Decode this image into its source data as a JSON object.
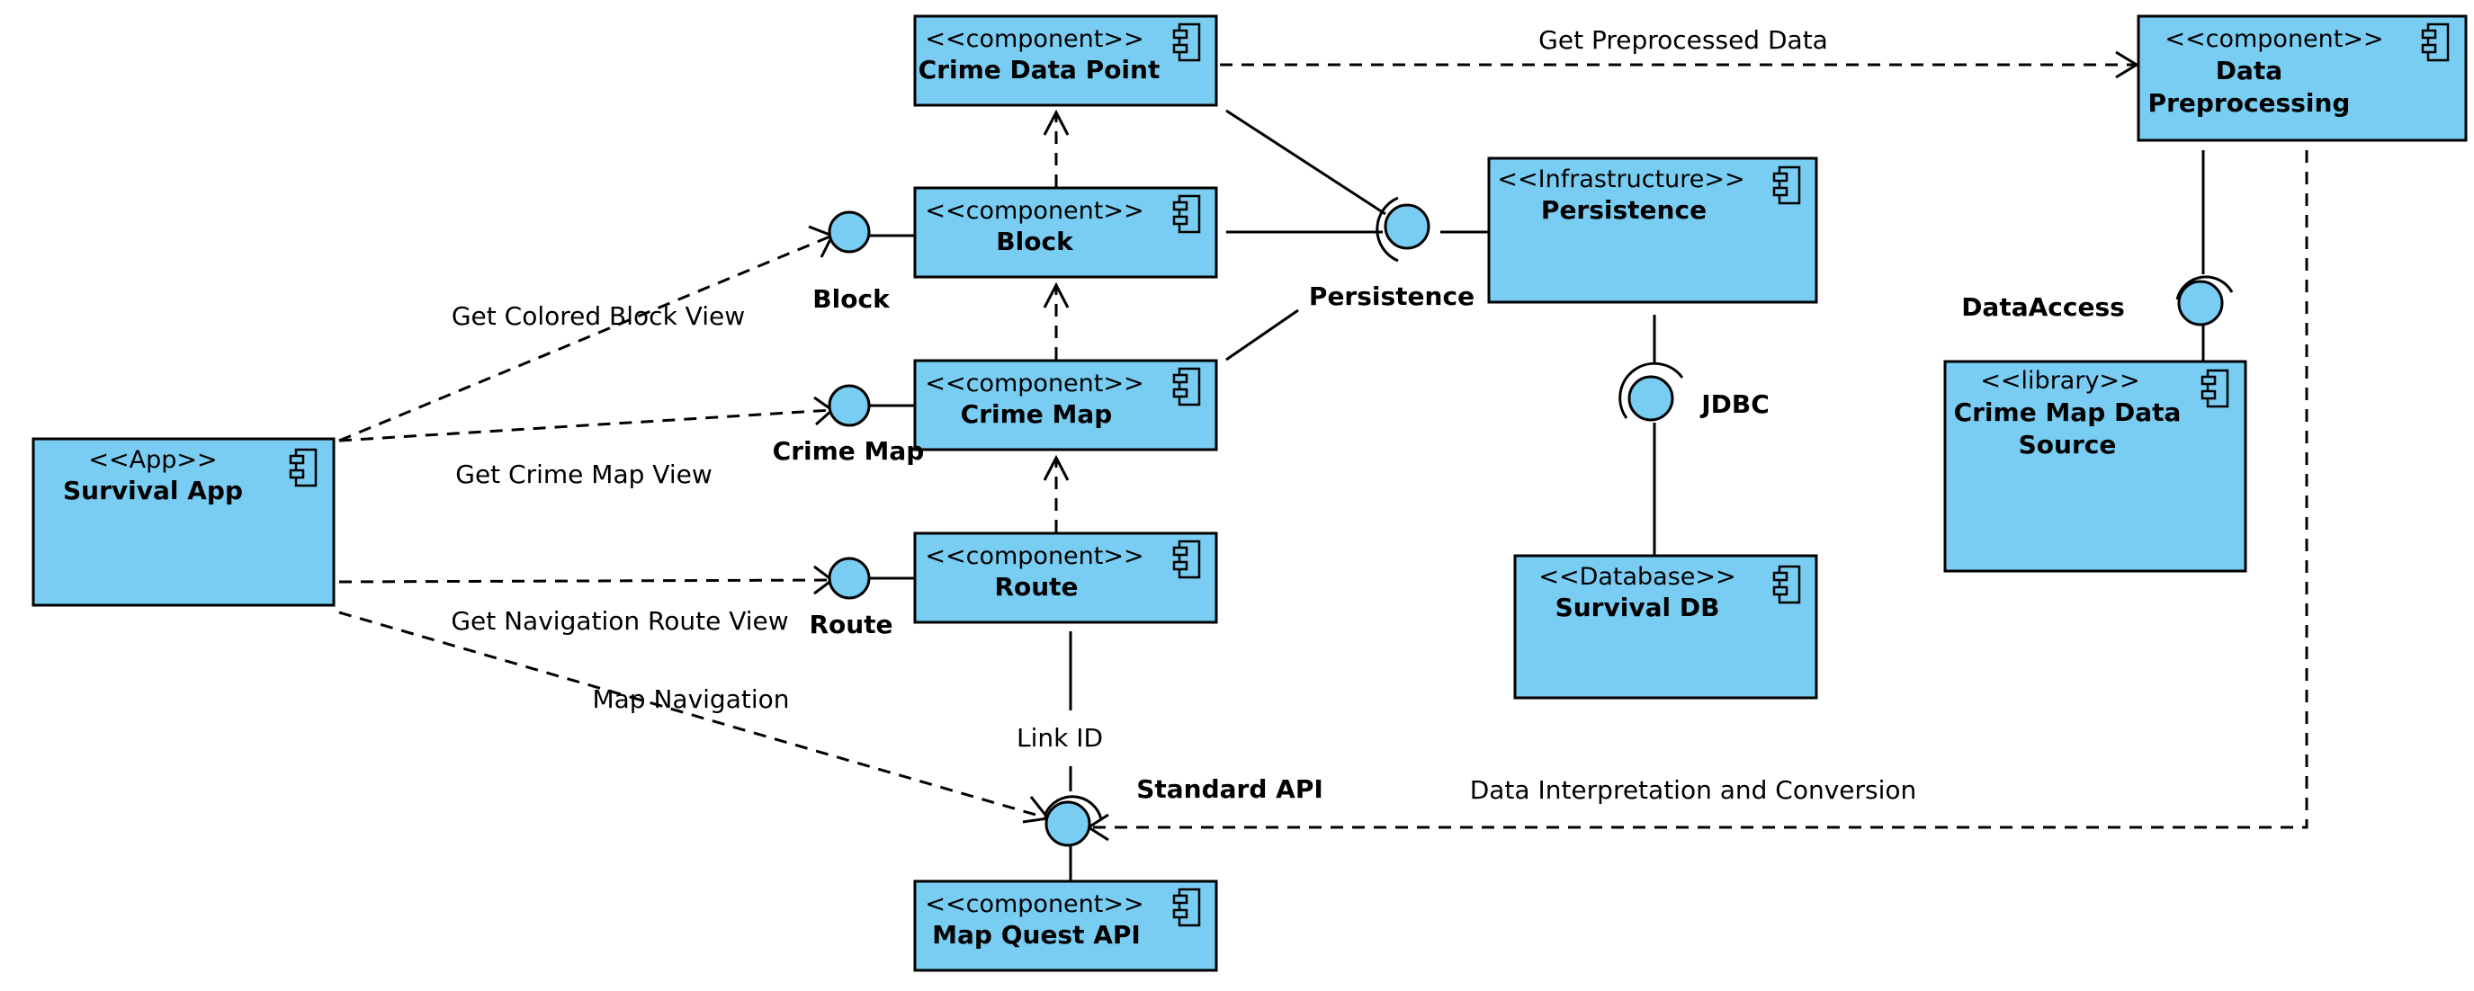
{
  "components": {
    "survival_app": {
      "stereotype": "<<App>>",
      "name": "Survival App"
    },
    "crime_data_point": {
      "stereotype": "<<component>>",
      "name": "Crime Data Point"
    },
    "block": {
      "stereotype": "<<component>>",
      "name": "Block"
    },
    "crime_map": {
      "stereotype": "<<component>>",
      "name": "Crime Map"
    },
    "route": {
      "stereotype": "<<component>>",
      "name": "Route"
    },
    "map_quest_api": {
      "stereotype": "<<component>>",
      "name": "Map Quest API"
    },
    "persistence": {
      "stereotype": "<<Infrastructure>>",
      "name": "Persistence"
    },
    "survival_db": {
      "stereotype": "<<Database>>",
      "name": "Survival DB"
    },
    "data_preprocessing": {
      "stereotype": "<<component>>",
      "name_line1": "Data",
      "name_line2": "Preprocessing"
    },
    "crime_map_data_source": {
      "stereotype": "<<library>>",
      "name_line1": "Crime Map Data",
      "name_line2": "Source"
    }
  },
  "interfaces": {
    "block": "Block",
    "crime_map": "Crime Map",
    "route": "Route",
    "persistence": "Persistence",
    "jdbc": "JDBC",
    "data_access": "DataAccess",
    "standard_api": "Standard API"
  },
  "edges": {
    "get_colored_block_view": "Get Colored Block View",
    "get_crime_map_view": "Get Crime Map View",
    "get_navigation_route_view": "Get Navigation Route View",
    "map_navigation": "Map Navigation",
    "get_preprocessed_data": "Get Preprocessed Data",
    "link_id": "Link ID",
    "data_interpretation": "Data Interpretation and Conversion"
  },
  "colors": {
    "component_fill": "#79cdf2",
    "line": "#000000"
  },
  "icons": [
    "component-icon",
    "lollipop-interface-icon",
    "socket-icon",
    "open-arrowhead-icon"
  ]
}
